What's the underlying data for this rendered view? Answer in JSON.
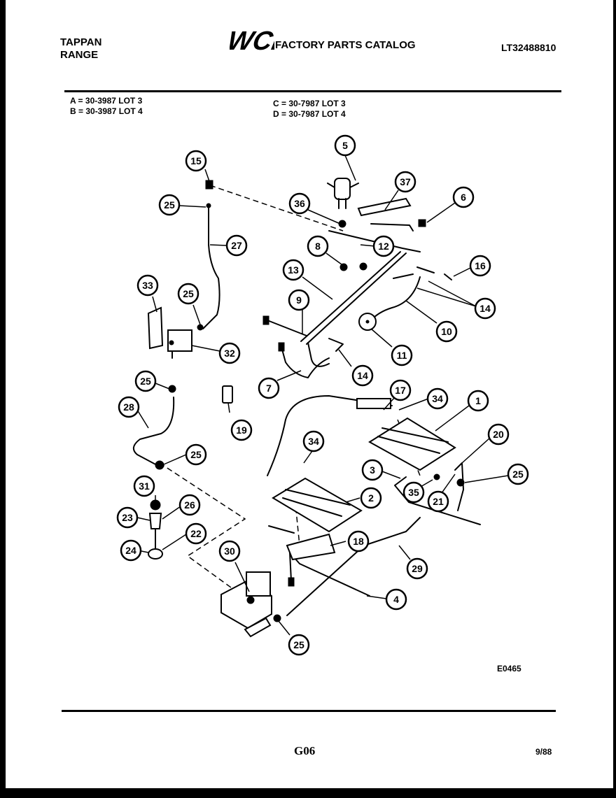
{
  "header": {
    "brand_left": "TAPPAN",
    "product": "RANGE",
    "logo_text": "WCI",
    "catalog_title": "FACTORY PARTS CATALOG",
    "doc_number": "LT32488810"
  },
  "models": [
    "A = 30-3987 LOT 3",
    "B = 30-3987 LOT 4",
    "C = 30-7987 LOT 3",
    "D = 30-7987 LOT 4"
  ],
  "diagram": {
    "figure_id": "E0465",
    "callouts": [
      "5",
      "15",
      "37",
      "36",
      "6",
      "25",
      "27",
      "12",
      "8",
      "16",
      "13",
      "14",
      "33",
      "25",
      "9",
      "10",
      "11",
      "32",
      "14",
      "7",
      "25",
      "17",
      "34",
      "1",
      "19",
      "28",
      "34",
      "20",
      "25",
      "3",
      "25",
      "35",
      "2",
      "21",
      "31",
      "26",
      "23",
      "22",
      "24",
      "18",
      "29",
      "30",
      "4",
      "25"
    ]
  },
  "footer": {
    "page_id": "G06",
    "date": "9/88"
  }
}
